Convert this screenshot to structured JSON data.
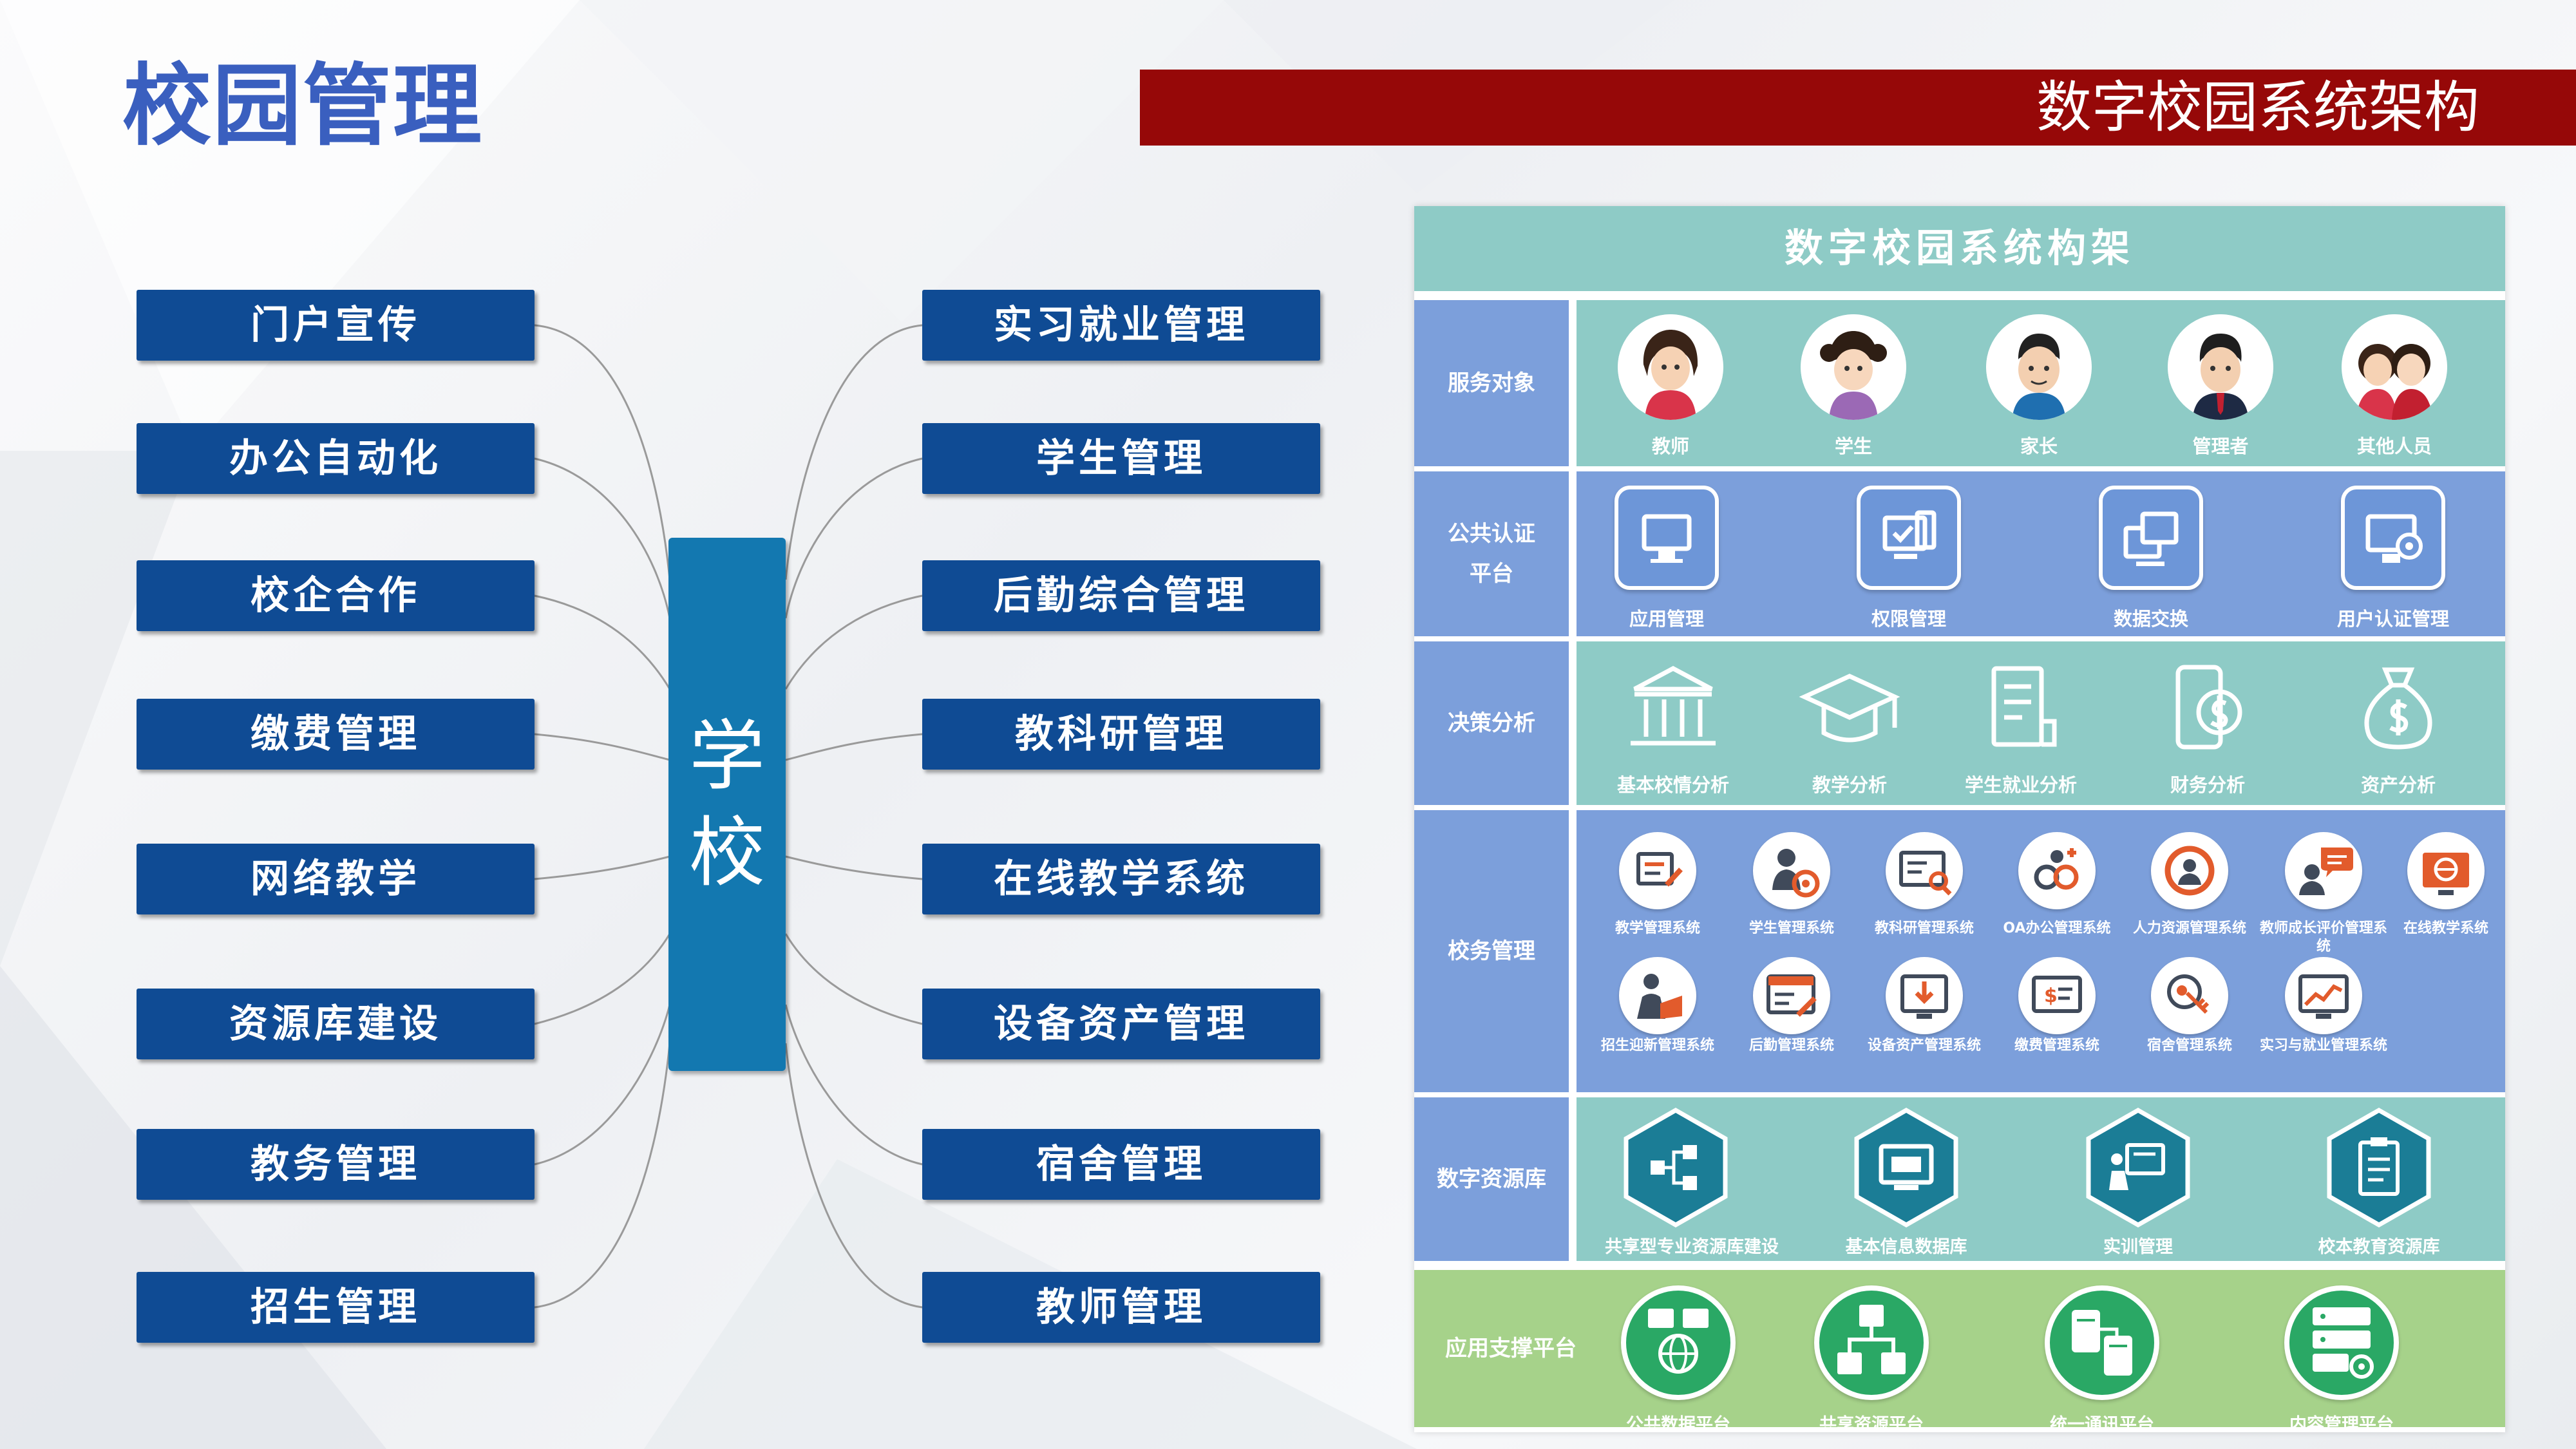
{
  "header": {
    "title": "校园管理",
    "banner": "数字校园系统架构"
  },
  "mindmap": {
    "center": [
      "学",
      "校"
    ],
    "left": [
      "门户宣传",
      "办公自动化",
      "校企合作",
      "缴费管理",
      "网络教学",
      "资源库建设",
      "教务管理",
      "招生管理"
    ],
    "right": [
      "实习就业管理",
      "学生管理",
      "后勤综合管理",
      "教科研管理",
      "在线教学系统",
      "设备资产管理",
      "宿舍管理",
      "教师管理"
    ]
  },
  "architecture": {
    "title": "数字校园系统构架",
    "rows": {
      "service": {
        "label": "服务对象",
        "items": [
          "教师",
          "学生",
          "家长",
          "管理者",
          "其他人员"
        ]
      },
      "auth": {
        "label_line1": "公共认证",
        "label_line2": "平台",
        "items": [
          "应用管理",
          "权限管理",
          "数据交换",
          "用户认证管理"
        ]
      },
      "decision": {
        "label": "决策分析",
        "items": [
          "基本校情分析",
          "教学分析",
          "学生就业分析",
          "财务分析",
          "资产分析"
        ]
      },
      "affairs": {
        "label": "校务管理",
        "row1": [
          "教学管理系统",
          "学生管理系统",
          "教科研管理系统",
          "OA办公管理系统",
          "人力资源管理系统",
          "教师成长评价管理系统",
          "在线教学系统"
        ],
        "row2": [
          "招生迎新管理系统",
          "后勤管理系统",
          "设备资产管理系统",
          "缴费管理系统",
          "宿舍管理系统",
          "实习与就业管理系统"
        ]
      },
      "resources": {
        "label": "数字资源库",
        "items": [
          "共享型专业资源库建设",
          "基本信息数据库",
          "实训管理",
          "校本教育资源库"
        ]
      },
      "support": {
        "label": "应用支撑平台",
        "items": [
          "公共数据平台",
          "共享资源平台",
          "统一通讯平台",
          "内容管理平台"
        ]
      }
    }
  },
  "colors": {
    "title_blue": "#3a5fbf",
    "banner_red": "#960808",
    "box_navy": "#0f4b94",
    "center_blue": "#1378b0",
    "teal": "#8ecbc6",
    "blue": "#7c9fdb",
    "green": "#a6d28a"
  }
}
